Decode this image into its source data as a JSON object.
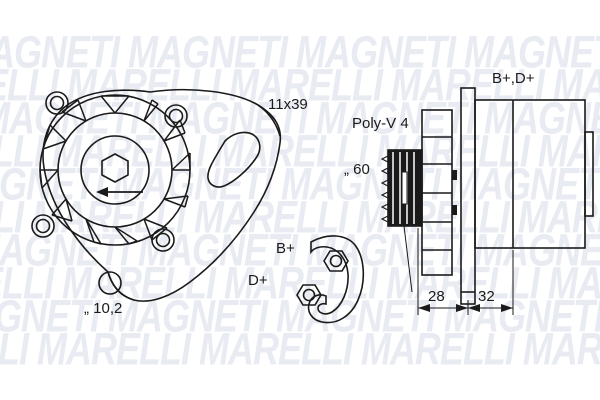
{
  "drawing": {
    "title": "Magneti Marelli alternator technical drawing",
    "brand_watermark": {
      "line1": "MAGNETI",
      "line2": "MARELLI",
      "color": "#e9ebf2"
    },
    "line_color": "#1a1a1a",
    "background_color": "#ffffff"
  },
  "labels": {
    "pulley_bolt": "11x39",
    "belt_type": "Poly-V 4",
    "pulley_diameter": "„ 60",
    "terminals_top": "B+,D+",
    "mount_hole_diameter": "„ 10,2",
    "terminal_b": "B+",
    "terminal_d": "D+",
    "dim_left": "28",
    "dim_right": "32"
  },
  "views": {
    "front": {
      "name": "front-view",
      "fan_blade_count": 12,
      "bolt_hole_count": 4,
      "rotation_arrow": "left"
    },
    "side": {
      "name": "side-view",
      "pulley_groove_count": 4
    },
    "bracket": {
      "name": "terminal-bracket-detail",
      "nut_count": 2
    }
  }
}
